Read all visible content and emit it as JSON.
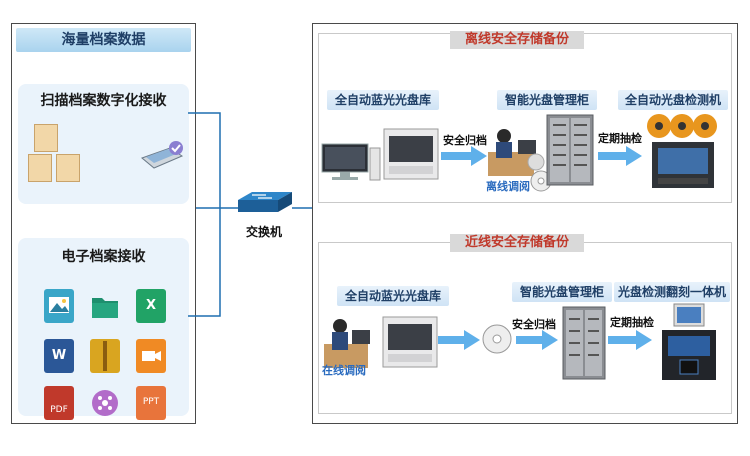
{
  "left": {
    "header": "海量档案数据",
    "scan_title": "扫描档案数字化接收",
    "electronic_title": "电子档案接收",
    "file_icons": [
      {
        "name": "image-icon",
        "label": "",
        "color": "#3aa6c8"
      },
      {
        "name": "folder-icon",
        "label": "",
        "color": "#1e8f6e"
      },
      {
        "name": "excel-icon",
        "label": "X",
        "color": "#21a366"
      },
      {
        "name": "word-icon",
        "label": "W",
        "color": "#2b5797"
      },
      {
        "name": "archive-icon",
        "label": "",
        "color": "#d9a520"
      },
      {
        "name": "video-icon",
        "label": "",
        "color": "#f08a24"
      },
      {
        "name": "pdf-icon",
        "label": "PDF",
        "color": "#c0392b"
      },
      {
        "name": "media-icon",
        "label": "",
        "color": "#b26cc9"
      },
      {
        "name": "ppt-icon",
        "label": "PPT",
        "color": "#e8743b"
      }
    ]
  },
  "switch": {
    "label": "交换机"
  },
  "offline": {
    "title": "离线安全存储备份",
    "library_label": "全自动蓝光光盘库",
    "cabinet_label": "智能光盘管理柜",
    "checker_label": "全自动光盘检测机",
    "archive_text": "安全归档",
    "sampling_text": "定期抽检",
    "reading_text": "离线调阅"
  },
  "nearline": {
    "title": "近线安全存储备份",
    "library_label": "全自动蓝光光盘库",
    "cabinet_label": "智能光盘管理柜",
    "checker_label": "光盘检测翻刻一体机",
    "archive_text": "安全归档",
    "sampling_text": "定期抽检",
    "reading_text": "在线调阅"
  },
  "colors": {
    "accent": "#2a6bbf",
    "title_red": "#c0392b",
    "line_blue": "#1f6fb0",
    "arrow_blue": "#5fb0ea"
  }
}
